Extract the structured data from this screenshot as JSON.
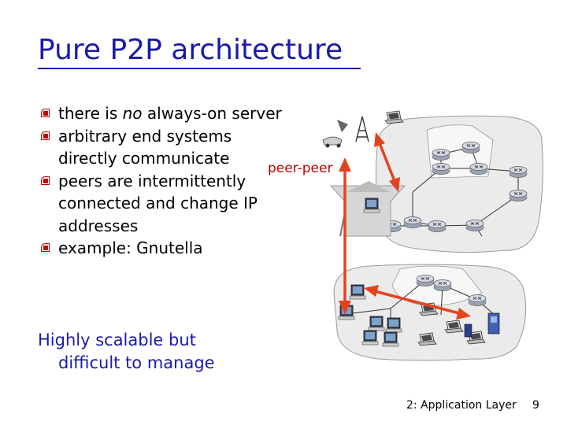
{
  "slide": {
    "title": "Pure P2P architecture",
    "bullets": [
      {
        "parts": [
          "there is ",
          "no",
          " always-on server"
        ]
      },
      {
        "text": "arbitrary end systems directly communicate"
      },
      {
        "text": "peers are intermittently connected and change IP addresses"
      },
      {
        "text": "example: Gnutella"
      }
    ],
    "peer_label": "peer-peer",
    "summary_line1": "Highly scalable but",
    "summary_line2": "difficult to manage",
    "footer_chapter": "2: Application Layer",
    "footer_page": "9"
  },
  "colors": {
    "title": "#1a1aa8",
    "accent": "#c00000",
    "cloud": "#ebebeb",
    "router": "#b0b7c8"
  }
}
